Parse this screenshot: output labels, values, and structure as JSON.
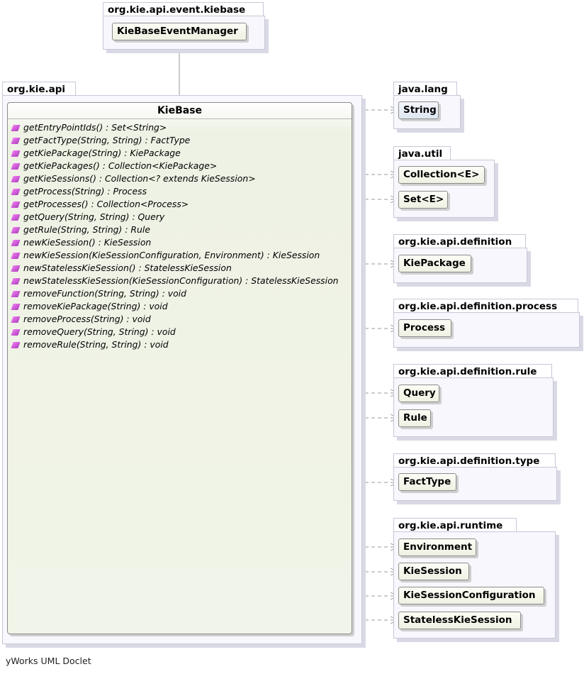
{
  "packages": {
    "event_kiebase": {
      "name": "org.kie.api.event.kiebase",
      "classes": [
        "KieBaseEventManager"
      ]
    },
    "kie_api": {
      "name": "org.kie.api"
    },
    "java_lang": {
      "name": "java.lang",
      "classes": [
        "String"
      ]
    },
    "java_util": {
      "name": "java.util",
      "classes": [
        "Collection<E>",
        "Set<E>"
      ]
    },
    "definition": {
      "name": "org.kie.api.definition",
      "classes": [
        "KiePackage"
      ]
    },
    "definition_process": {
      "name": "org.kie.api.definition.process",
      "classes": [
        "Process"
      ]
    },
    "definition_rule": {
      "name": "org.kie.api.definition.rule",
      "classes": [
        "Query",
        "Rule"
      ]
    },
    "definition_type": {
      "name": "org.kie.api.definition.type",
      "classes": [
        "FactType"
      ]
    },
    "runtime": {
      "name": "org.kie.api.runtime",
      "classes": [
        "Environment",
        "KieSession",
        "KieSessionConfiguration",
        "StatelessKieSession"
      ]
    }
  },
  "main_class": {
    "name": "KieBase",
    "methods": [
      "getEntryPointIds() : Set<String>",
      "getFactType(String, String) : FactType",
      "getKiePackage(String) : KiePackage",
      "getKiePackages() : Collection<KiePackage>",
      "getKieSessions() : Collection<? extends KieSession>",
      "getProcess(String) : Process",
      "getProcesses() : Collection<Process>",
      "getQuery(String, String) : Query",
      "getRule(String, String) : Rule",
      "newKieSession() : KieSession",
      "newKieSession(KieSessionConfiguration, Environment) : KieSession",
      "newStatelessKieSession() : StatelessKieSession",
      "newStatelessKieSession(KieSessionConfiguration) : StatelessKieSession",
      "removeFunction(String, String) : void",
      "removeKiePackage(String) : void",
      "removeProcess(String) : void",
      "removeQuery(String, String) : void",
      "removeRule(String, String) : void"
    ]
  },
  "footer": "yWorks UML Doclet"
}
